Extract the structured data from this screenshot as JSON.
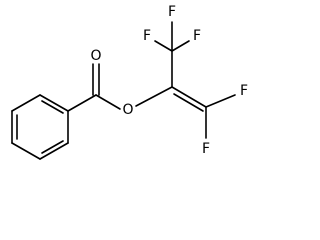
{
  "molecule": {
    "atoms": {
      "o_carbonyl": "O",
      "o_ester": "O",
      "f_top_left": "F",
      "f_top_mid": "F",
      "f_top_right": "F",
      "f_vinyl_upper": "F",
      "f_vinyl_lower": "F"
    }
  }
}
